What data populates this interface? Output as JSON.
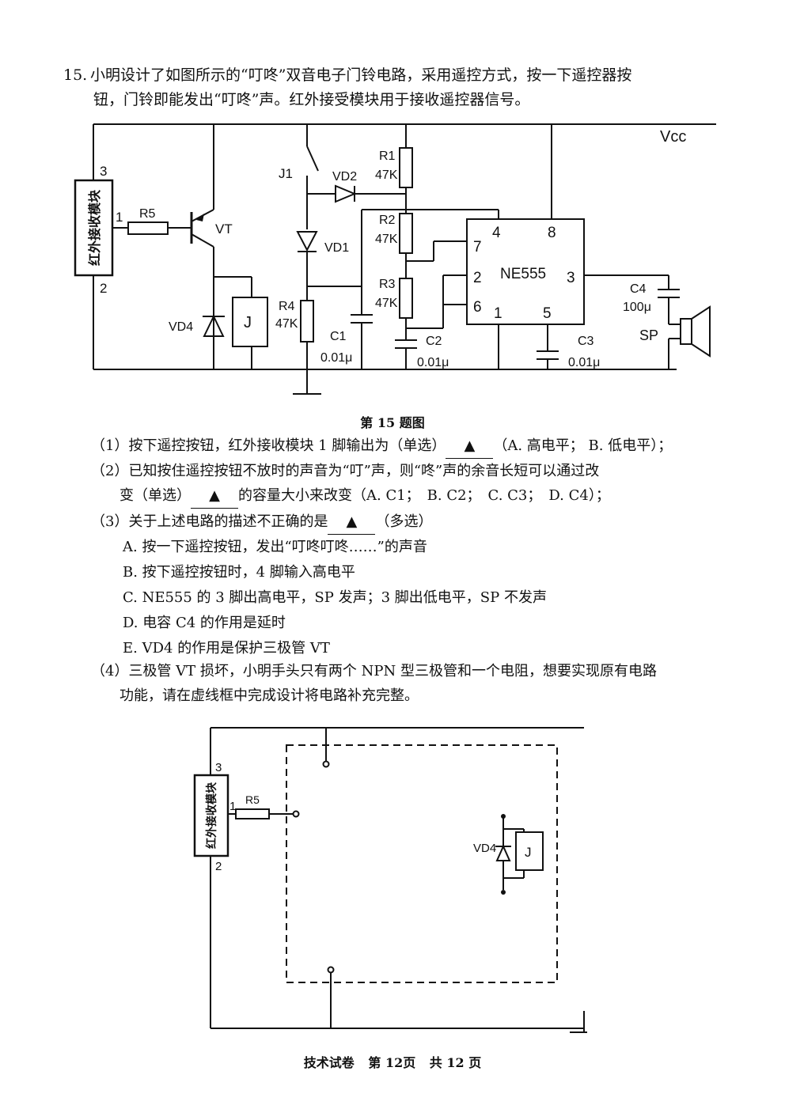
{
  "question": {
    "number": "15.",
    "text_line1": "小明设计了如图所示的“叮咚”双音电子门铃电路，采用遥控方式，按一下遥控器按",
    "text_line2": "钮，门铃即能发出“叮咚”声。红外接受模块用于接收遥控器信号。"
  },
  "circuit1": {
    "vcc": "Vcc",
    "module": "红外接收模块",
    "pin3": "3",
    "pin1": "1",
    "pin2": "2",
    "r5": "R5",
    "vt": "VT",
    "vd4": "VD4",
    "j": "J",
    "j1": "J1",
    "vd2": "VD2",
    "vd1": "VD1",
    "r4": "R4",
    "r4_val": "47K",
    "c1": "C1",
    "c1_val": "0.01μ",
    "r1": "R1",
    "r1_val": "47K",
    "r2": "R2",
    "r2_val": "47K",
    "r3": "R3",
    "r3_val": "47K",
    "c2": "C2",
    "c2_val": "0.01μ",
    "ic": "NE555",
    "ic_pin4": "4",
    "ic_pin8": "8",
    "ic_pin7": "7",
    "ic_pin2": "2",
    "ic_pin6": "6",
    "ic_pin1": "1",
    "ic_pin5": "5",
    "ic_pin3": "3",
    "c3": "C3",
    "c3_val": "0.01μ",
    "c4": "C4",
    "c4_val": "100μ",
    "sp": "SP"
  },
  "caption": "第 15 题图",
  "sub1": {
    "prefix": "（1）按下遥控按钮，红外接收模块 1 脚输出为（单选）",
    "blank": "▲",
    "suffix": "（A. 高电平； B. 低电平）；"
  },
  "sub2": {
    "line1": "（2）已知按住遥控按钮不放时的声音为“叮”声，则“咚”声的余音长短可以通过改",
    "prefix": "变（单选）",
    "blank": "▲",
    "suffix": "的容量大小来改变（A. C1；　B. C2；　C. C3；　D. C4）；"
  },
  "sub3": {
    "prefix": "（3）关于上述电路的描述不正确的是",
    "blank": "▲",
    "suffix": "（多选）",
    "options": [
      "A. 按一下遥控按钮，发出“叮咚叮咚……”的声音",
      "B. 按下遥控按钮时，4 脚输入高电平",
      "C. NE555 的 3 脚出高电平，SP 发声；3 脚出低电平，SP 不发声",
      "D. 电容 C4 的作用是延时",
      "E. VD4 的作用是保护三极管 VT"
    ]
  },
  "sub4": {
    "line1": "（4）三极管 VT 损坏，小明手头只有两个 NPN 型三极管和一个电阻，想要实现原有电路",
    "line2": "功能，请在虚线框中完成设计将电路补充完整。"
  },
  "circuit2": {
    "module": "红外接收模块",
    "pin3": "3",
    "pin1": "1",
    "pin2": "2",
    "r5": "R5",
    "vd4": "VD4",
    "j": "J"
  },
  "footer": {
    "subject": "技术试卷",
    "page": "第 12页",
    "total": "共 12 页"
  }
}
